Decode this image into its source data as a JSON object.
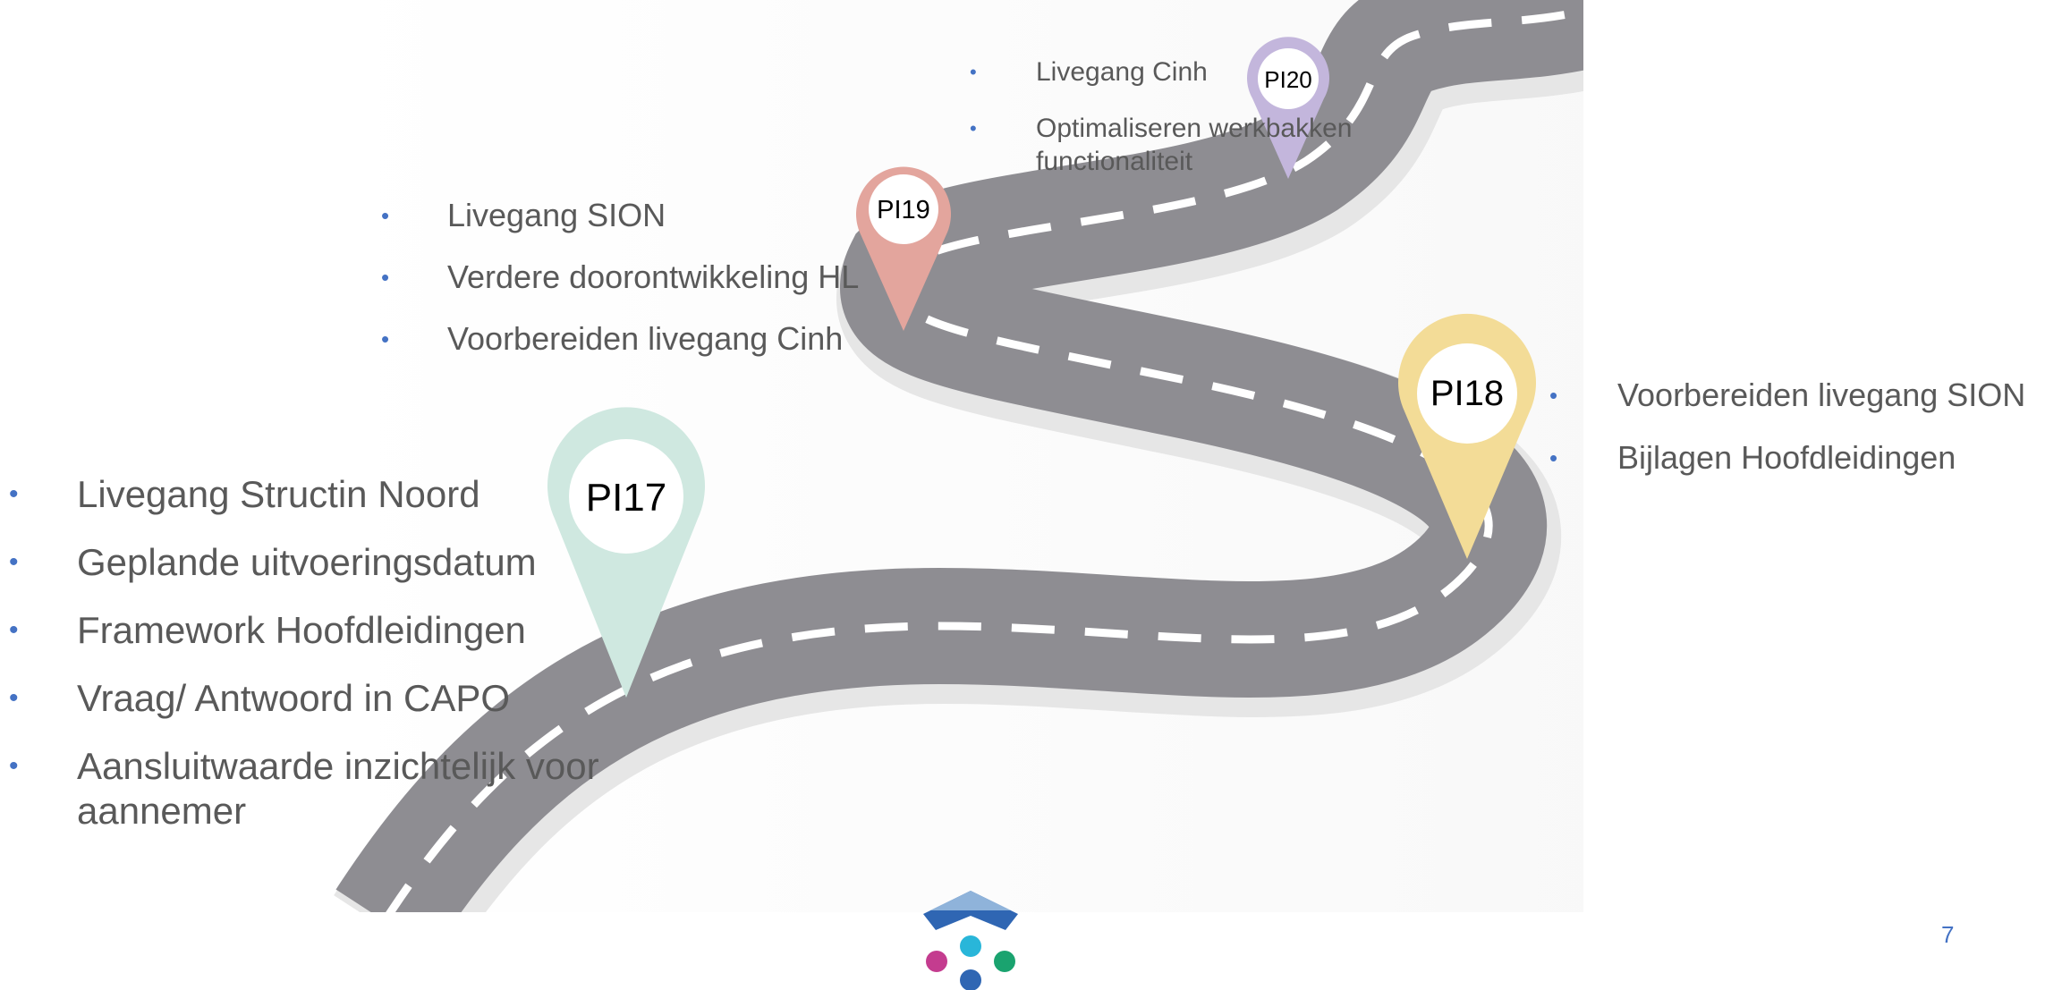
{
  "milestones": [
    {
      "label": "PI17",
      "color": "#cfe8e0",
      "items": [
        "Livegang Structin Noord",
        "Geplande uitvoeringsdatum",
        "Framework Hoofdleidingen",
        "Vraag/ Antwoord in CAPO",
        "Aansluitwaarde inzichtelijk voor aannemer"
      ]
    },
    {
      "label": "PI18",
      "color": "#f3dc97",
      "items": [
        "Voorbereiden livegang SION",
        "Bijlagen Hoofdleidingen"
      ]
    },
    {
      "label": "PI19",
      "color": "#e3a59d",
      "items": [
        "Livegang SION",
        "Verdere doorontwikkeling HL",
        "Voorbereiden livegang Cinh"
      ]
    },
    {
      "label": "PI20",
      "color": "#c3b6dc",
      "items": [
        "Livegang Cinh",
        "Optimaliseren werkbakken functionaliteit"
      ]
    }
  ],
  "bullet_glyph": "•",
  "slide_number": "7",
  "accent_color": "#4472c4",
  "text_color": "#595959"
}
